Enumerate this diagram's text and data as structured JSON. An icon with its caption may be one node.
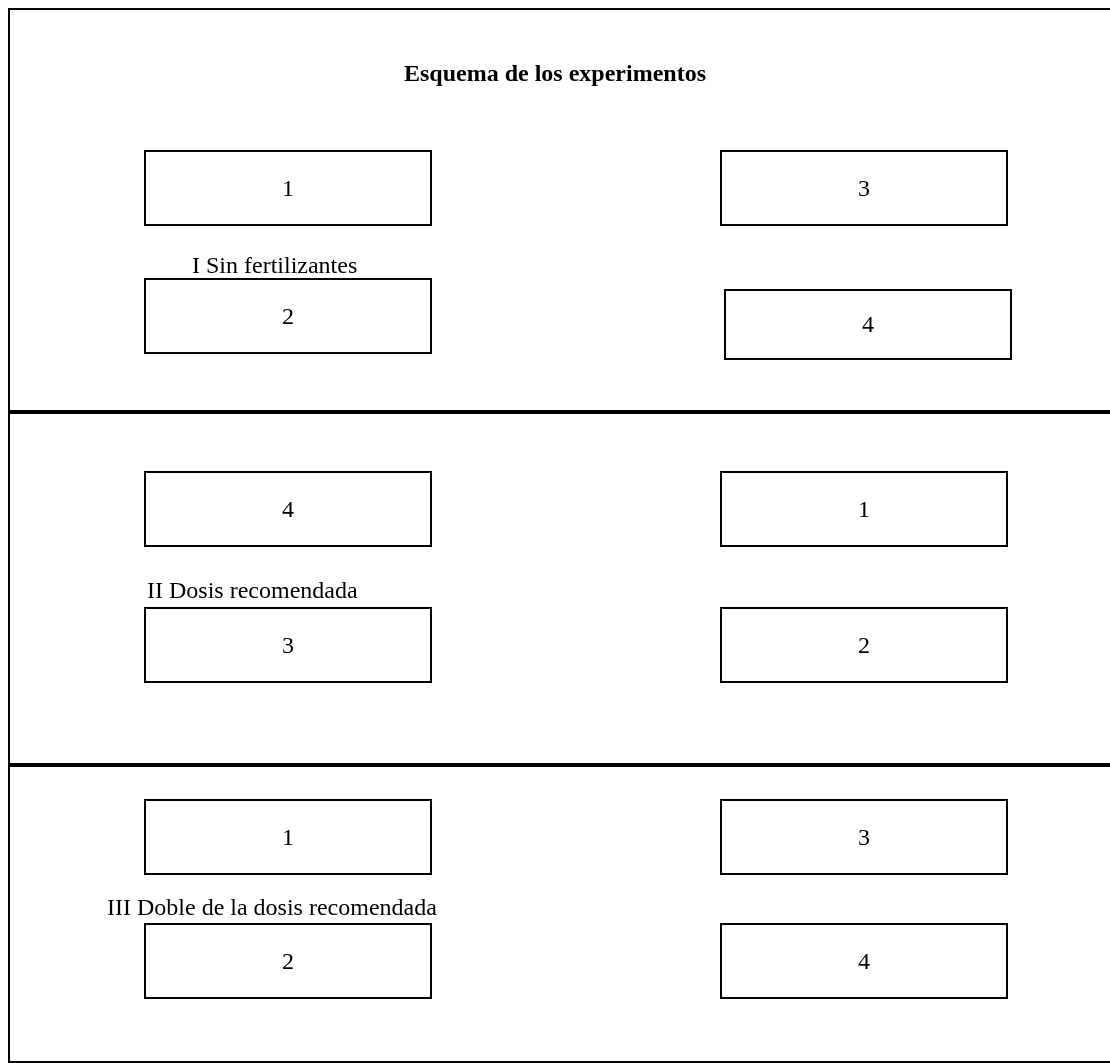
{
  "diagram": {
    "title": "Esquema de los experimentos",
    "nodes": [
      {
        "text": [
          "I Sin fertilizantes"
        ]
      },
      {
        "text": [
          "1"
        ],
        "in": 0
      },
      {
        "text": [
          "3"
        ],
        "in": 0
      },
      {
        "text": [
          "2"
        ],
        "in": 0
      },
      {
        "text": [
          "4"
        ],
        "in": 0
      },
      {
        "text": [
          "II Dosis recomendada"
        ]
      },
      {
        "text": [
          "4"
        ],
        "in": 5
      },
      {
        "text": [
          "1"
        ],
        "in": 5
      },
      {
        "text": [
          "3"
        ],
        "in": 5
      },
      {
        "text": [
          "2"
        ],
        "in": 5
      },
      {
        "text": [
          "III Doble de la dosis recomendada"
        ]
      },
      {
        "text": [
          "1"
        ],
        "in": 10
      },
      {
        "text": [
          "3"
        ],
        "in": 10
      },
      {
        "text": [
          "2"
        ],
        "in": 10
      },
      {
        "text": [
          "4"
        ],
        "in": 10
      }
    ]
  }
}
